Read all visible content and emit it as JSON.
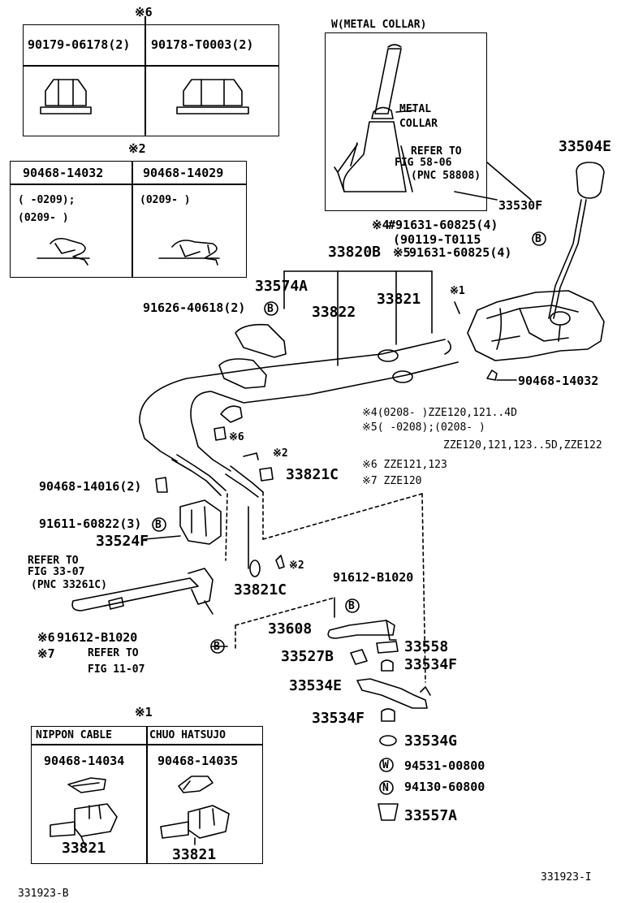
{
  "legend_top_left": {
    "mark": "※6",
    "left_part": "90179-06178(2)",
    "right_part": "90178-T0003(2)"
  },
  "legend_mid_left": {
    "mark": "※2",
    "left_part": "90468-14032",
    "right_part": "90468-14029",
    "left_range_1": "(      -0209);",
    "left_range_2": "(0209-        )",
    "right_range": "(0209-        )"
  },
  "detail_w": {
    "title": "W(METAL COLLAR)",
    "metal": "METAL",
    "collar": "COLLAR",
    "refer_to": "REFER TO",
    "fig": "FIG 58-06",
    "pnc": "(PNC 58808)"
  },
  "parts": {
    "p33504E": "33504E",
    "p33530F": "33530F",
    "ann4_mark": "※4",
    "ann4_part": "#91631-60825(4)",
    "p90119": "(90119-T0115",
    "p33820B": "33820B",
    "ann5_mark": "※5",
    "ann5_part": "91631-60825(4)",
    "p33574A": "33574A",
    "p91626": "91626-40618(2)",
    "p33822": "33822",
    "p33821": "33821",
    "mark1": "※1",
    "p90468_14032": "90468-14032",
    "mark6": "※6",
    "mark2a": "※2",
    "p33821C_a": "33821C",
    "p90468_14016": "90468-14016(2)",
    "p91611": "91611-60822(3)",
    "p33524F": "33524F",
    "mark2b": "※2",
    "p33821C_b": "33821C",
    "p91612_a": "91612-B1020",
    "p33608": "33608",
    "p33558": "33558",
    "p33527B": "33527B",
    "p33534F_a": "33534F",
    "p33534E": "33534E",
    "p33534F_b": "33534F",
    "p33534G": "33534G",
    "p94531": "94531-00800",
    "p94130": "94130-60800",
    "p33557A": "33557A",
    "ref_3307_1": "REFER TO",
    "ref_3307_2": "FIG 33-07",
    "ref_3307_3": "(PNC 33261C)",
    "note6_mark": "※6",
    "note6_part": "91612-B1020",
    "note7_mark": "※7",
    "note7_text": "REFER TO",
    "note7_fig": "FIG 11-07",
    "b": "B",
    "w": "W",
    "n": "N"
  },
  "notes": {
    "n4": "※4(0208-        )ZZE120,121..4D",
    "n5": "※5(       -0208);(0208-        )",
    "n5b": "ZZE120,121,123..5D,ZZE122",
    "n6": "※6 ZZE121,123",
    "n7": "※7 ZZE120"
  },
  "legend_bottom": {
    "mark": "※1",
    "left_head": "NIPPON CABLE",
    "right_head": "CHUO HATSUJO",
    "left_part": "90468-14034",
    "right_part": "90468-14035",
    "left_bottom": "33821",
    "right_bottom": "33821"
  },
  "footer": {
    "left_code": "331923-B",
    "right_code": "331923-I"
  }
}
